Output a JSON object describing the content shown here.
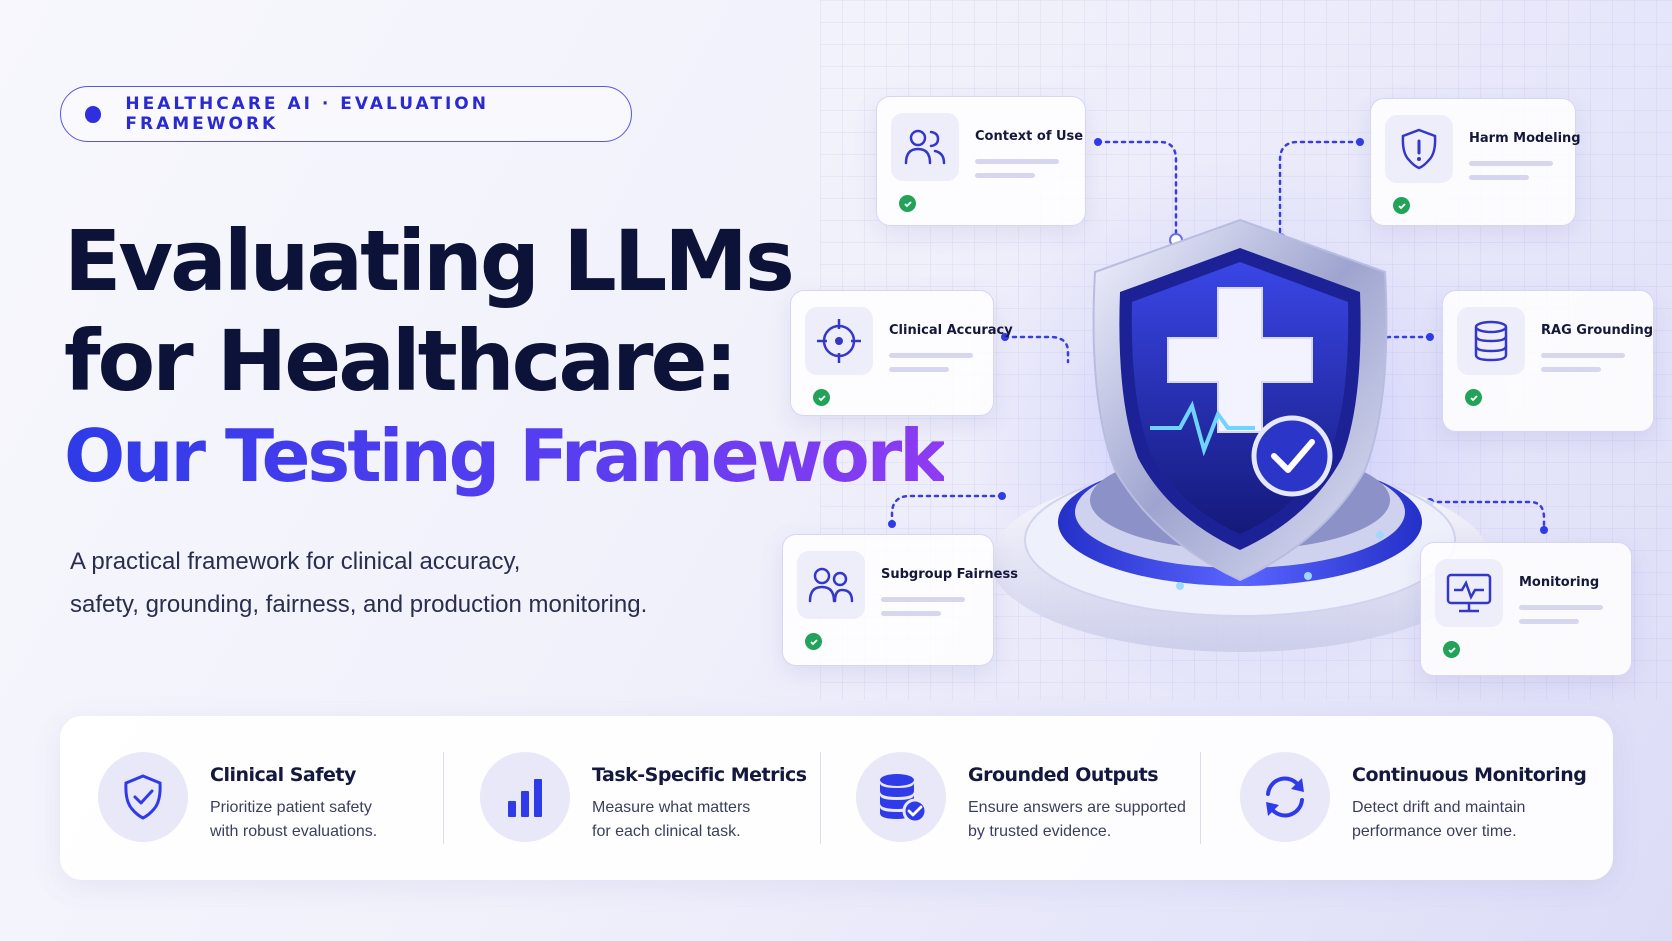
{
  "header": {
    "badge_text": "HEALTHCARE AI · EVALUATION FRAMEWORK",
    "title_line1": "Evaluating LLMs",
    "title_line2": "for Healthcare:",
    "title_line3": "Our Testing Framework",
    "subtitle_line1": "A practical framework for clinical accuracy,",
    "subtitle_line2": "safety, grounding, fairness, and production monitoring."
  },
  "diagram": {
    "cards": [
      {
        "label": "Context of Use",
        "icon": "users-icon"
      },
      {
        "label": "Harm Modeling",
        "icon": "shield-alert-icon"
      },
      {
        "label": "Clinical Accuracy",
        "icon": "crosshair-icon"
      },
      {
        "label": "RAG Grounding",
        "icon": "database-icon"
      },
      {
        "label": "Subgroup Fairness",
        "icon": "users-icon"
      },
      {
        "label": "Monitoring",
        "icon": "monitor-pulse-icon"
      }
    ],
    "center_icon": "shield-medical-cross-icon"
  },
  "features": [
    {
      "title": "Clinical Safety",
      "desc_line1": "Prioritize patient safety",
      "desc_line2": "with robust evaluations.",
      "icon": "shield-check-icon"
    },
    {
      "title": "Task-Specific Metrics",
      "desc_line1": "Measure what matters",
      "desc_line2": "for each clinical task.",
      "icon": "bar-chart-icon"
    },
    {
      "title": "Grounded Outputs",
      "desc_line1": "Ensure answers are supported",
      "desc_line2": "by trusted evidence.",
      "icon": "database-check-icon"
    },
    {
      "title": "Continuous Monitoring",
      "desc_line1": "Detect drift and maintain",
      "desc_line2": "performance over time.",
      "icon": "refresh-icon"
    }
  ],
  "colors": {
    "accent": "#2f3be8",
    "accent_purple": "#8f3bf2",
    "navy": "#0d1238",
    "check_green": "#23a35a"
  }
}
